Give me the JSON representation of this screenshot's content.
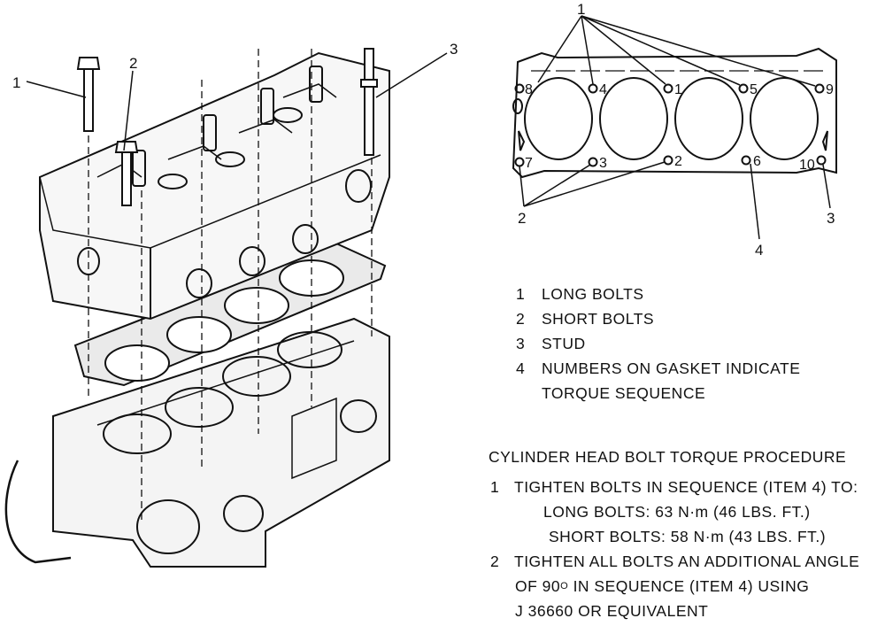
{
  "exploded_view": {
    "callouts": [
      "1",
      "2",
      "3"
    ]
  },
  "gasket_diagram": {
    "top_callout": "1",
    "bolt_numbers": [
      "8",
      "4",
      "1",
      "5",
      "9",
      "7",
      "3",
      "2",
      "6",
      "10"
    ],
    "bottom_callouts": [
      "2",
      "4",
      "3"
    ]
  },
  "legend": {
    "items": [
      {
        "num": "1",
        "text": "LONG BOLTS"
      },
      {
        "num": "2",
        "text": "SHORT BOLTS"
      },
      {
        "num": "3",
        "text": "STUD"
      },
      {
        "num": "4",
        "text": "NUMBERS ON GASKET INDICATE",
        "continuation": "TORQUE SEQUENCE"
      }
    ]
  },
  "procedure": {
    "title": "CYLINDER HEAD BOLT TORQUE PROCEDURE",
    "step1": {
      "num": "1",
      "text": "TIGHTEN BOLTS IN SEQUENCE (ITEM 4) TO:",
      "long": "LONG BOLTS: 63 N·m (46 LBS. FT.)",
      "short": "SHORT BOLTS: 58 N·m (43 LBS. FT.)"
    },
    "step2": {
      "num": "2",
      "text": "TIGHTEN ALL BOLTS AN ADDITIONAL ANGLE",
      "line2_a": "OF 90",
      "line2_deg": "O",
      "line2_b": " IN SEQUENCE (ITEM 4) USING",
      "line3": "J 36660 OR EQUIVALENT"
    }
  }
}
